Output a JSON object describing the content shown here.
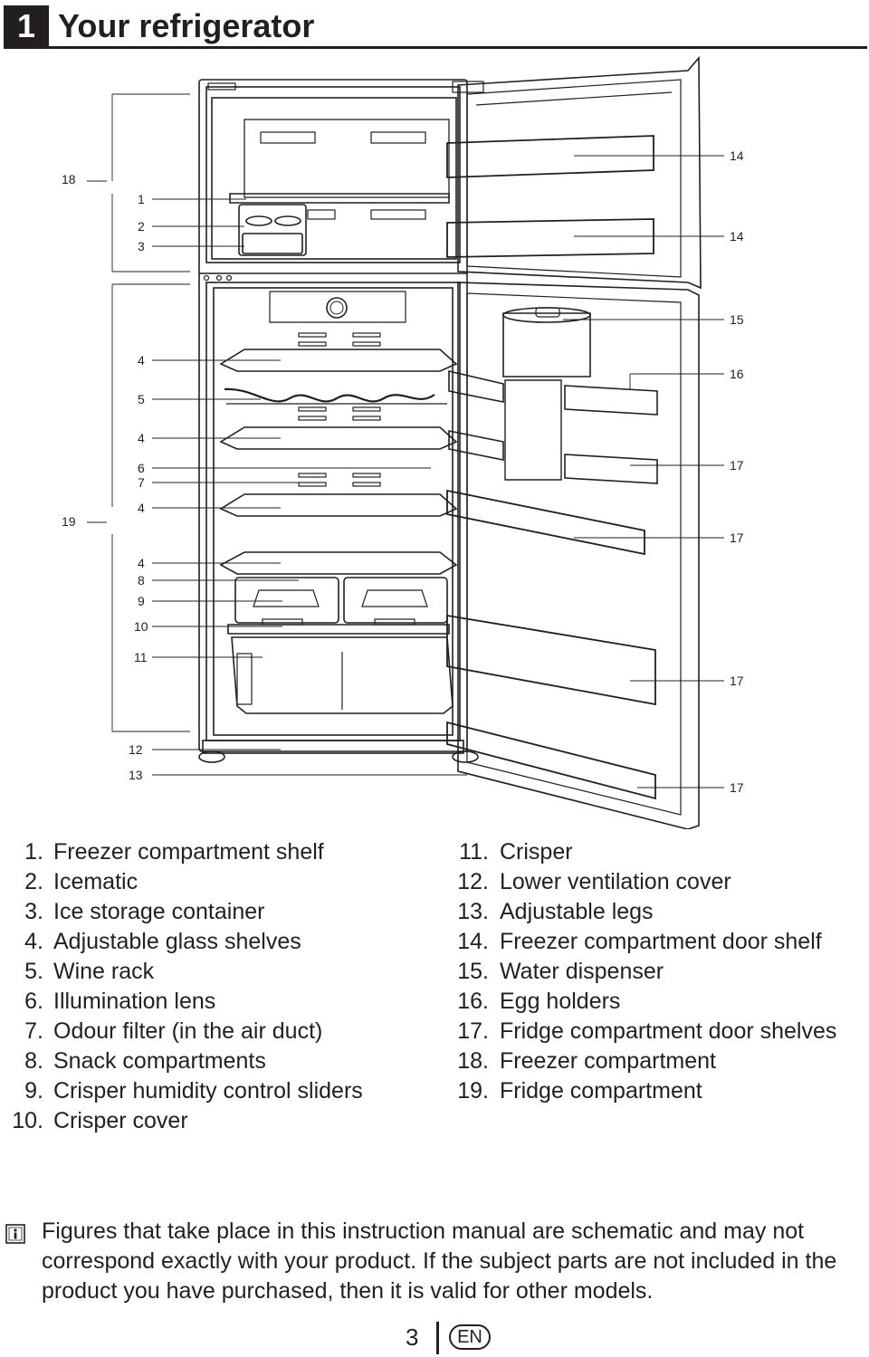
{
  "section": {
    "number": "1",
    "title": "Your refrigerator"
  },
  "diagram": {
    "callouts_left": [
      "18",
      "1",
      "2",
      "3",
      "4",
      "5",
      "4",
      "6",
      "7",
      "4",
      "19",
      "4",
      "8",
      "9",
      "10",
      "11",
      "12",
      "13"
    ],
    "callouts_right": [
      "14",
      "14",
      "15",
      "16",
      "17",
      "17",
      "17",
      "17"
    ]
  },
  "legend": {
    "left": [
      {
        "num": "1.",
        "label": "Freezer compartment shelf"
      },
      {
        "num": "2.",
        "label": "Icematic"
      },
      {
        "num": "3.",
        "label": "Ice storage container"
      },
      {
        "num": "4.",
        "label": "Adjustable glass shelves"
      },
      {
        "num": "5.",
        "label": "Wine rack"
      },
      {
        "num": "6.",
        "label": "Illumination lens"
      },
      {
        "num": "7.",
        "label": "Odour filter (in the air duct)"
      },
      {
        "num": "8.",
        "label": "Snack compartments"
      },
      {
        "num": "9.",
        "label": "Crisper humidity control sliders"
      },
      {
        "num": "10.",
        "label": "Crisper cover"
      }
    ],
    "right": [
      {
        "num": "11.",
        "label": "Crisper"
      },
      {
        "num": "12.",
        "label": "Lower ventilation cover"
      },
      {
        "num": "13.",
        "label": "Adjustable legs"
      },
      {
        "num": "14.",
        "label": "Freezer compartment door shelf"
      },
      {
        "num": "15.",
        "label": "Water dispenser"
      },
      {
        "num": "16.",
        "label": "Egg holders"
      },
      {
        "num": "17.",
        "label": "Fridge compartment door shelves"
      },
      {
        "num": "18.",
        "label": "Freezer compartment"
      },
      {
        "num": "19.",
        "label": "Fridge compartment"
      }
    ]
  },
  "note": {
    "icon": "info-icon",
    "text": "Figures that take place in this instruction manual are schematic and may not correspond exactly with your product. If the subject parts are not included in the product you have purchased, then it is valid for other models."
  },
  "footer": {
    "page": "3",
    "lang": "EN"
  }
}
